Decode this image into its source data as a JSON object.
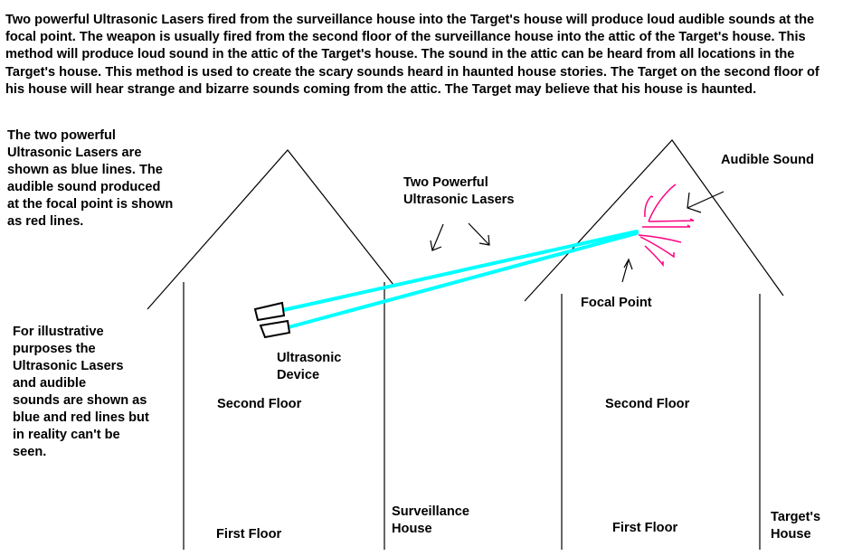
{
  "intro": "Two powerful Ultrasonic Lasers fired from the surveillance house into the Target's house will produce loud audible sounds at the focal point. The weapon is usually fired from the second floor of the surveillance house into the attic of the Target's house. This method will produce loud sound in the attic of the Target's house. The sound in the attic can be heard from all locations in the Target's house. This method is used to create the scary sounds heard in haunted house stories. The Target on the second floor of his house will hear strange and bizarre sounds coming from the attic. The Target may believe that his house is haunted.",
  "legend_note": [
    "The two powerful",
    "Ultrasonic Lasers are",
    "shown as blue lines. The",
    "audible sound produced",
    "at the focal point is shown",
    "as red lines."
  ],
  "illustrative_note": [
    "For illustrative",
    "purposes the",
    "Ultrasonic Lasers",
    "and audible",
    "sounds are shown as",
    "blue and red lines but",
    "in reality can't be",
    "seen."
  ],
  "labels": {
    "lasers": [
      "Two Powerful",
      "Ultrasonic Lasers"
    ],
    "audible_sound": "Audible Sound",
    "focal_point": "Focal Point",
    "device": [
      "Ultrasonic",
      "Device"
    ],
    "left_second_floor": "Second Floor",
    "left_first_floor": "First Floor",
    "surveillance_house": [
      "Surveillance",
      "House"
    ],
    "right_second_floor": "Second Floor",
    "right_first_floor": "First Floor",
    "target_house": [
      "Target's",
      "House"
    ]
  },
  "colors": {
    "laser": "#00ffff",
    "sound": "#ff0080",
    "line": "#000000"
  }
}
